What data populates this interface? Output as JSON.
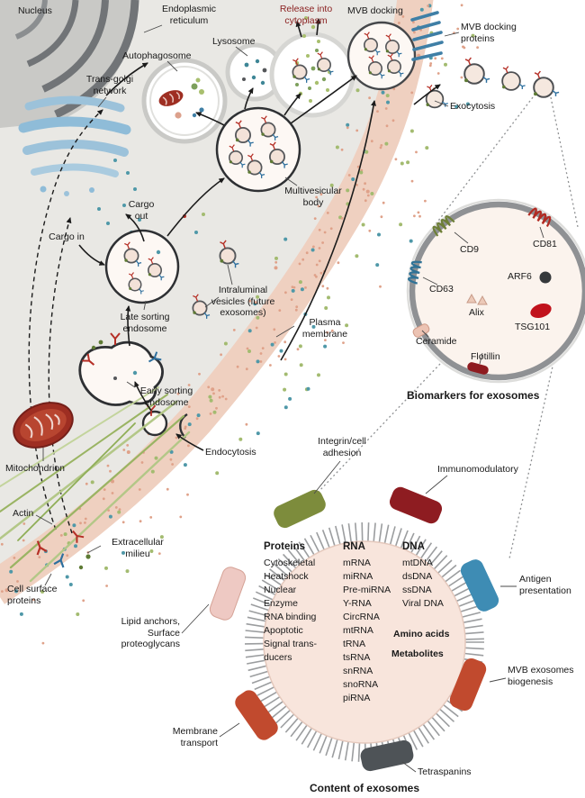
{
  "cell": {
    "nucleus": "Nucleus",
    "endoplasmic_reticulum": "Endoplasmic reticulum",
    "release_into_cytoplasm": "Release into cytoplasm",
    "mvb_docking": "MVB docking",
    "mvb_docking_proteins": "MVB docking proteins",
    "lysosome": "Lysosome",
    "autophagosome": "Autophagosome",
    "exocytosis": "Exocytosis",
    "trans_golgi_network": "Trans-golgi network",
    "multivesicular_body": "Multivesicular body",
    "cargo_out": "Cargo out",
    "cargo_in": "Cargo in",
    "intraluminal_vesicles": "Intraluminal vesicles (future exosomes)",
    "plasma_membrane": "Plasma membrane",
    "late_sorting_endosome": "Late sorting endosome",
    "early_sorting_endosome": "Early sorting endosome",
    "mitochondrion": "Mitochondrion",
    "endocytosis": "Endocytosis",
    "actin": "Actin",
    "extracellular_milieu": "Extracellular milieu",
    "cell_surface_proteins": "Cell surface proteins"
  },
  "biomarkers": {
    "title": "Biomarkers for exosomes",
    "cd9": "CD9",
    "cd81": "CD81",
    "arf6": "ARF6",
    "cd63": "CD63",
    "alix": "Alix",
    "tsg101": "TSG101",
    "ceramide": "Ceramide",
    "flotillin": "Flotillin"
  },
  "content": {
    "title": "Content of exosomes",
    "columns": {
      "proteins": {
        "header": "Proteins",
        "items": [
          "Cytoskeletal",
          "Heatshock",
          "Nuclear",
          "Enzyme",
          "RNA binding",
          "Apoptotic",
          "Signal trans-ducers"
        ]
      },
      "rna": {
        "header": "RNA",
        "items": [
          "mRNA",
          "miRNA",
          "Pre-miRNA",
          "Y-RNA",
          "CircRNA",
          "mtRNA",
          "tRNA",
          "tsRNA",
          "snRNA",
          "snoRNA",
          "piRNA"
        ]
      },
      "dna": {
        "header": "DNA",
        "items": [
          "mtDNA",
          "dsDNA",
          "ssDNA",
          "Viral DNA"
        ]
      }
    },
    "amino_acids": "Amino acids",
    "metabolites": "Metabolites",
    "surface_labels": {
      "integrin": "Integrin/cell adhesion",
      "immunomodulatory": "Immunomodulatory",
      "antigen": "Antigen presentation",
      "mvb_biogenesis": "MVB exosomes biogenesis",
      "tetraspanins": "Tetraspanins",
      "membrane_transport": "Membrane transport",
      "lipid_anchors": "Lipid anchors, Surface proteoglycans"
    }
  },
  "colors": {
    "membrane": "#efd0c0",
    "cytoplasm": "#e9e8e4",
    "maroon_text": "#8a1f1f",
    "integrin_block": "#7d8c3c",
    "immunomodulatory_block": "#8e1c21",
    "antigen_block": "#3e8cb4",
    "mvb_biogenesis_block": "#c14a2e",
    "tetraspanins_block": "#4e5357",
    "membrane_transport_block": "#c14a2e",
    "lipid_anchors_block": "#eec9c3"
  }
}
